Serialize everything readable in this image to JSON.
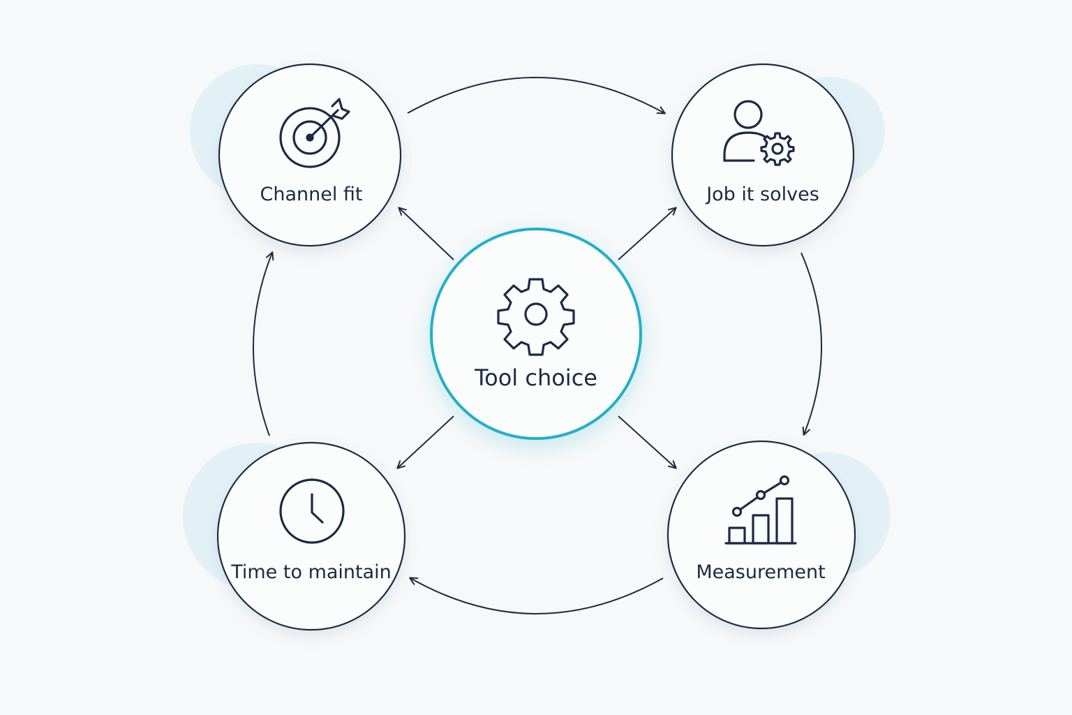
{
  "diagram": {
    "center": {
      "label": "Tool choice",
      "icon": "gear-icon"
    },
    "nodes": {
      "top_left": {
        "label": "Channel fit",
        "icon": "target-icon"
      },
      "top_right": {
        "label": "Job it solves",
        "icon": "user-gear-icon"
      },
      "bottom_right": {
        "label": "Measurement",
        "icon": "bar-chart-trend-icon"
      },
      "bottom_left": {
        "label": "Time to maintain",
        "icon": "clock-icon"
      }
    },
    "colors": {
      "accent": "#22b0c8",
      "ink": "#1b2a44",
      "glow": "#e3f1f6",
      "background": "#f7f8f9"
    }
  }
}
